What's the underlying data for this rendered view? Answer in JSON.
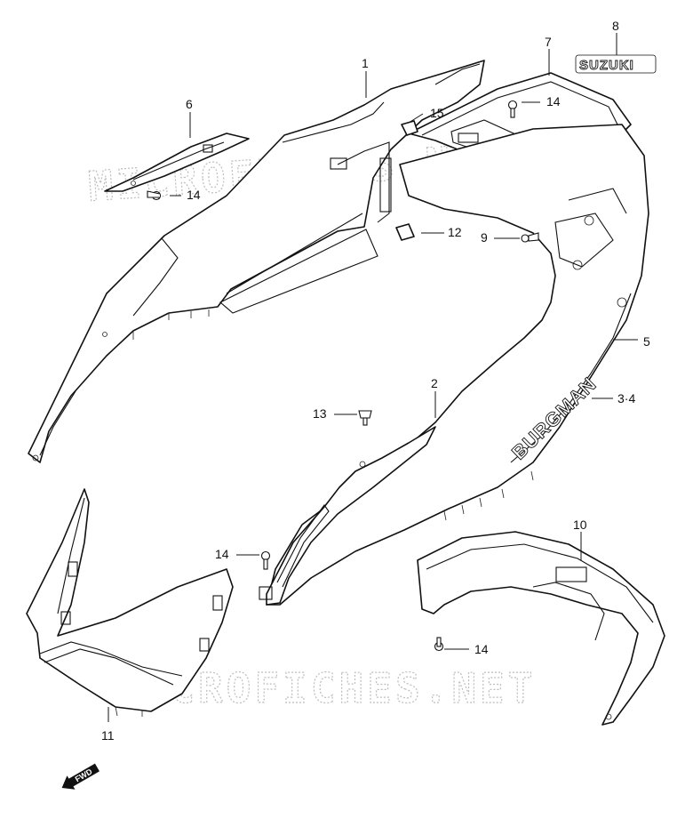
{
  "watermark": "MICROFICHES.NET",
  "brand_logo": "SUZUKI",
  "emblem_text": "BURGMAN",
  "fwd_label": "FWD",
  "callouts": {
    "c1": "1",
    "c2": "2",
    "c34": "3·4",
    "c5": "5",
    "c6": "6",
    "c7": "7",
    "c8": "8",
    "c9": "9",
    "c10": "10",
    "c11": "11",
    "c12": "12",
    "c13": "13",
    "c14a": "14",
    "c14b": "14",
    "c14c": "14",
    "c14d": "14",
    "c15": "15"
  }
}
